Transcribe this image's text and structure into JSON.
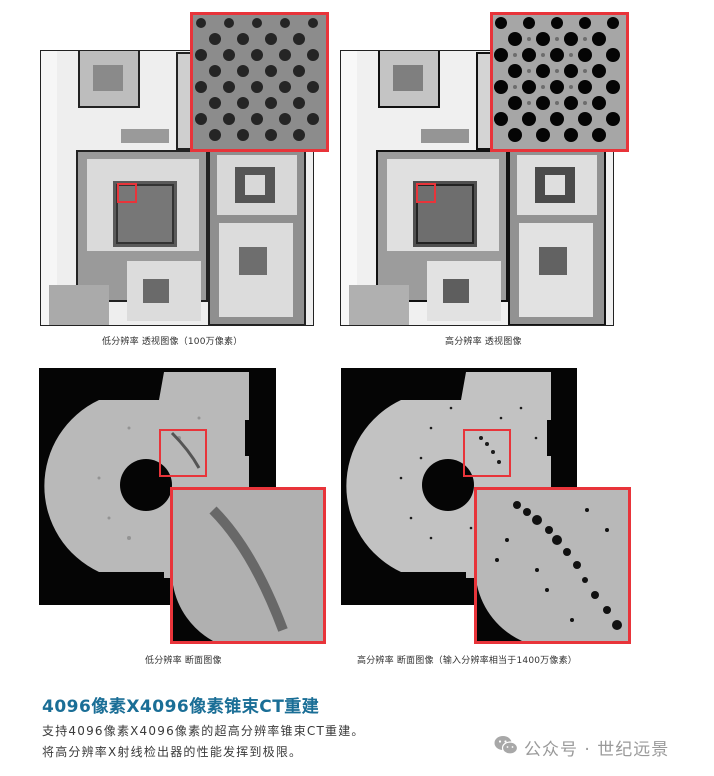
{
  "figures": {
    "xray_low": {
      "caption": "低分辨率 透视图像（100万像素）",
      "kind": "transmission-image",
      "resolution": "low"
    },
    "xray_high": {
      "caption": "高分辨率 透视图像",
      "kind": "transmission-image",
      "resolution": "high"
    },
    "ct_low": {
      "caption": "低分辨率 断面图像",
      "kind": "cross-section-image",
      "resolution": "low"
    },
    "ct_high": {
      "caption": "高分辨率 断面图像（输入分辨率相当于1400万像素）",
      "kind": "cross-section-image",
      "resolution": "high"
    }
  },
  "section": {
    "heading": "4096像素X4096像素锥束CT重建",
    "lines": [
      "支持4096像素X4096像素的超高分辨率锥束CT重建。",
      "将高分辨率X射线检出器的性能发挥到极限。"
    ]
  },
  "watermark": {
    "icon": "wechat-icon",
    "label": "公众号 · 世纪远景"
  },
  "colors": {
    "accent_heading": "#1a6e96",
    "highlight_frame": "#e8343a"
  }
}
